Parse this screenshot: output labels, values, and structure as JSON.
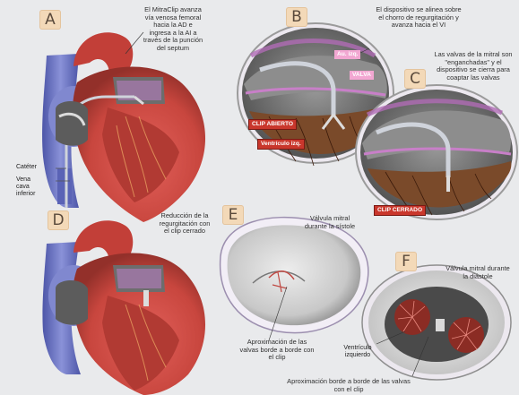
{
  "panels": {
    "A": {
      "badge": "A",
      "caption_lines": [
        "El MitraClip avanza",
        "vía venosa femoral",
        "hacia la AD e",
        "ingresa a la AI a",
        "través de la punción",
        "del septum"
      ],
      "label_cateter": "Catéter",
      "label_vena_lines": [
        "Vena",
        "cava",
        "inferior"
      ]
    },
    "B": {
      "badge": "B",
      "caption_lines": [
        "El dispositivo se alinea sobre",
        "el chorro de regurgitación y",
        "avanza hacia el VI"
      ],
      "tag_au": "Au. izq.",
      "tag_valva": "VALVA",
      "tag_clip_abierto": "CLIP ABIERTO",
      "tag_ventriculo": "Ventrículo izq."
    },
    "C": {
      "badge": "C",
      "caption_lines": [
        "Las valvas de la mitral son",
        "\"enganchadas\" y el",
        "dispositivo se cierra para",
        "coaptar las valvas"
      ],
      "tag_clip_cerrado": "CLIP CERRADO"
    },
    "D": {
      "badge": "D",
      "caption_lines": [
        "Reducción de la",
        "regurgitación con",
        "el clip cerrado"
      ]
    },
    "E": {
      "badge": "E",
      "caption_lines": [
        "Válvula mitral",
        "durante la sístole"
      ],
      "bottom_lines": [
        "Aproximación de las",
        "valvas borde a borde con",
        "el clip"
      ]
    },
    "F": {
      "badge": "F",
      "caption_lines": [
        "Válvula mitral durante",
        "la diástole"
      ],
      "label_ventriculo_lines": [
        "Ventrículo",
        "izquierdo"
      ],
      "bottom_lines": [
        "Aproximación borde a borde de las valvas",
        "con el clip"
      ]
    }
  },
  "colors": {
    "heart_red": "#c8463e",
    "heart_dark": "#8e2a24",
    "vein_blue": "#6e77c4",
    "tissue_grey": "#7b7b7b",
    "valve_purple": "#b06bb5",
    "tag_red": "#c9372c",
    "tag_pink": "#f2a7d2",
    "badge": "#f3d9b8"
  }
}
